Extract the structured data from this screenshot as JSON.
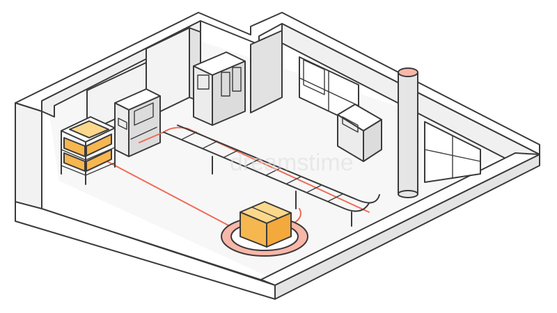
{
  "scene": {
    "kind": "isometric-warehouse-illustration",
    "watermark": "dreamstime",
    "colors": {
      "outline": "#3a3a3a",
      "wall_top": "#ffffff",
      "wall_side": "#f0f0f0",
      "wall_shadow": "#d9d9d9",
      "floor": "#f7f7f7",
      "machine": "#e9e9e9",
      "accent_red": "#f06a55",
      "accent_red_light": "#f8b7a8",
      "box_orange": "#f6b650",
      "box_light": "#fcd88c",
      "pipe": "#e6e6e6"
    },
    "objects": [
      "outer-walls",
      "interior-partition",
      "window-left",
      "window-right",
      "cabinet-machine",
      "control-kiosk",
      "vending-terminal",
      "chimney-pipe",
      "box-shelf",
      "conveyor-loop",
      "roller-conveyor",
      "cardboard-box"
    ]
  }
}
